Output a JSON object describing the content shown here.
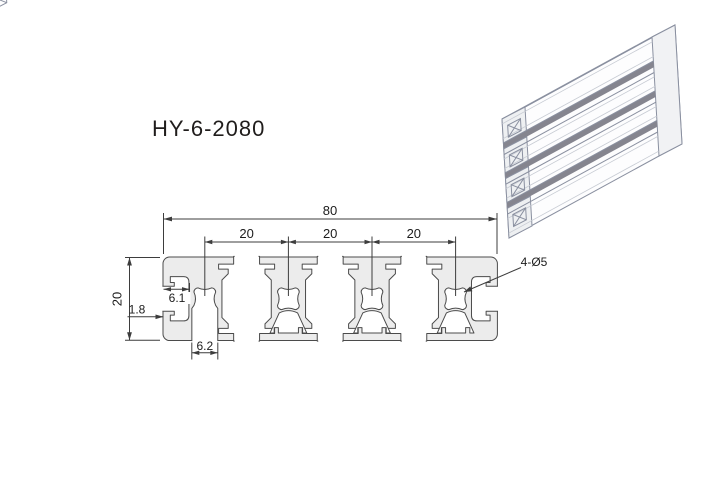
{
  "title": "HY-6-2080",
  "view": "profile-cross-section-drawing",
  "dimensions": {
    "overall_width": "80",
    "pitch": [
      "20",
      "20",
      "20"
    ],
    "overall_height": "20",
    "slot_depth": "6.1",
    "wall_thickness": "1.8",
    "slot_opening": "6.2",
    "corner_holes": "4-Ø5"
  },
  "colors": {
    "material_fill": "#ececec",
    "outline": "#4b4b4b",
    "dimension": "#3d3d3d",
    "iso_edge": "#8a90a0",
    "iso_groove": "#85858f"
  }
}
